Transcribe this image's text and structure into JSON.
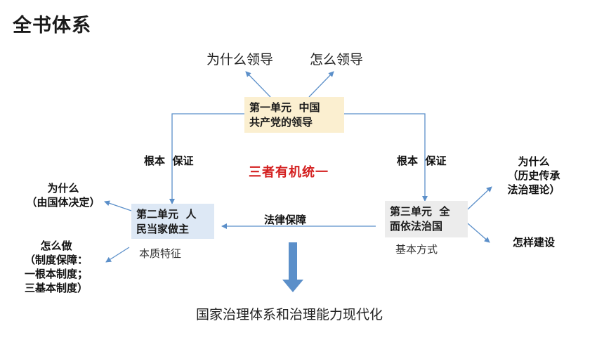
{
  "title": "全书体系",
  "top_labels": {
    "why_lead": "为什么领导",
    "how_lead": "怎么领导"
  },
  "unit1": {
    "line1": "第一单元  中国",
    "line2": "共产党的领导"
  },
  "relation_left": "根本  保证",
  "relation_right": "根本  保证",
  "center_statement": "三者有机统一",
  "unit2": {
    "line1": "第二单元  人",
    "line2": "民当家做主",
    "caption": "本质特征"
  },
  "unit3": {
    "line1": "第三单元  全",
    "line2": "面依法治国",
    "caption": "基本方式"
  },
  "law_guarantee": "法律保障",
  "left_why": {
    "line1": "为什么",
    "line2": "（由国体决定）"
  },
  "left_how": {
    "line1": "怎么做",
    "line2": "（制度保障：",
    "line3": "一根本制度；",
    "line4": "三基本制度）"
  },
  "right_why": {
    "line1": "为什么",
    "line2": "（历史传承",
    "line3": "法治理论）"
  },
  "right_how": "怎样建设",
  "bottom_goal": "国家治理体系和治理能力现代化",
  "colors": {
    "arrow": "#5b8fc9",
    "red_text": "#d42020",
    "unit1_bg": "#fbefd0",
    "unit2_bg": "#dde8f5",
    "unit3_bg": "#ececec"
  }
}
